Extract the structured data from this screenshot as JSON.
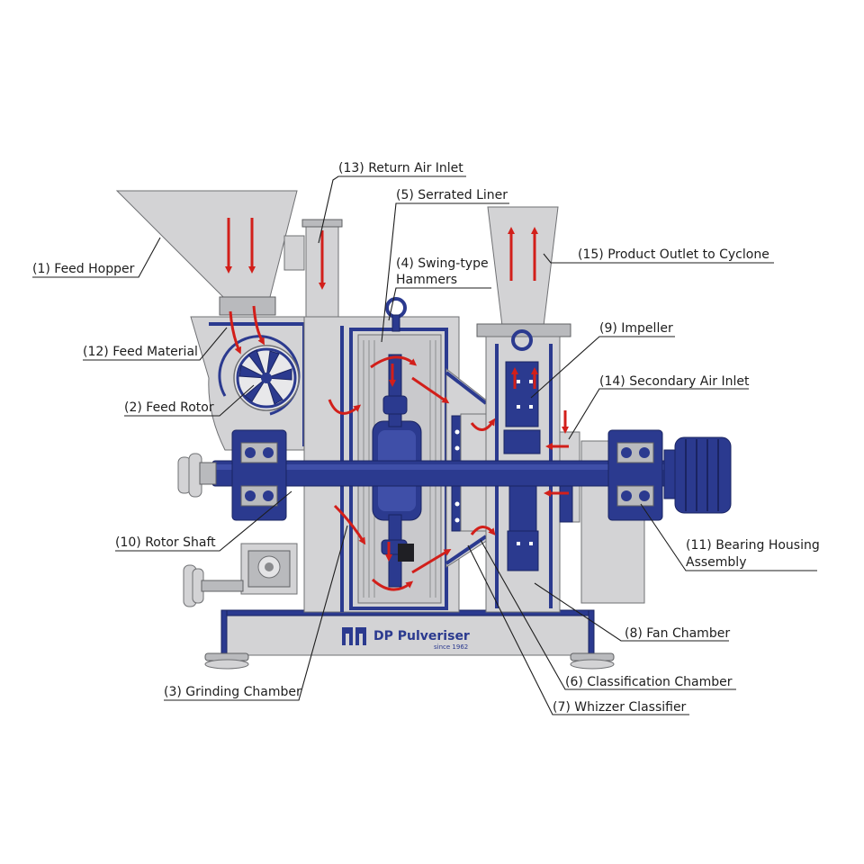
{
  "diagram": {
    "labels": {
      "feed_hopper": "(1) Feed Hopper",
      "feed_material": "(12) Feed Material",
      "feed_rotor": "(2) Feed Rotor",
      "rotor_shaft": "(10) Rotor Shaft",
      "grinding_chamber": "(3) Grinding Chamber",
      "return_air_inlet": "(13) Return Air Inlet",
      "serrated_liner": "(5) Serrated Liner",
      "swing_hammers_line1": "(4) Swing-type",
      "swing_hammers_line2": "Hammers",
      "product_outlet": "(15) Product Outlet to Cyclone",
      "impeller": "(9) Impeller",
      "secondary_air_inlet": "(14) Secondary Air Inlet",
      "bearing_housing_line1": "(11) Bearing Housing",
      "bearing_housing_line2": "Assembly",
      "fan_chamber": "(8) Fan Chamber",
      "classification_chamber": "(6) Classification Chamber",
      "whizzer_classifier": "(7) Whizzer Classifier"
    },
    "brand": {
      "name": "DP Pulveriser",
      "tagline": "since 1962"
    },
    "colors": {
      "navy": "#2b3a8f",
      "steel": "#d3d3d5",
      "flow_arrow": "#d21f1a",
      "text": "#1d1d1d"
    }
  }
}
